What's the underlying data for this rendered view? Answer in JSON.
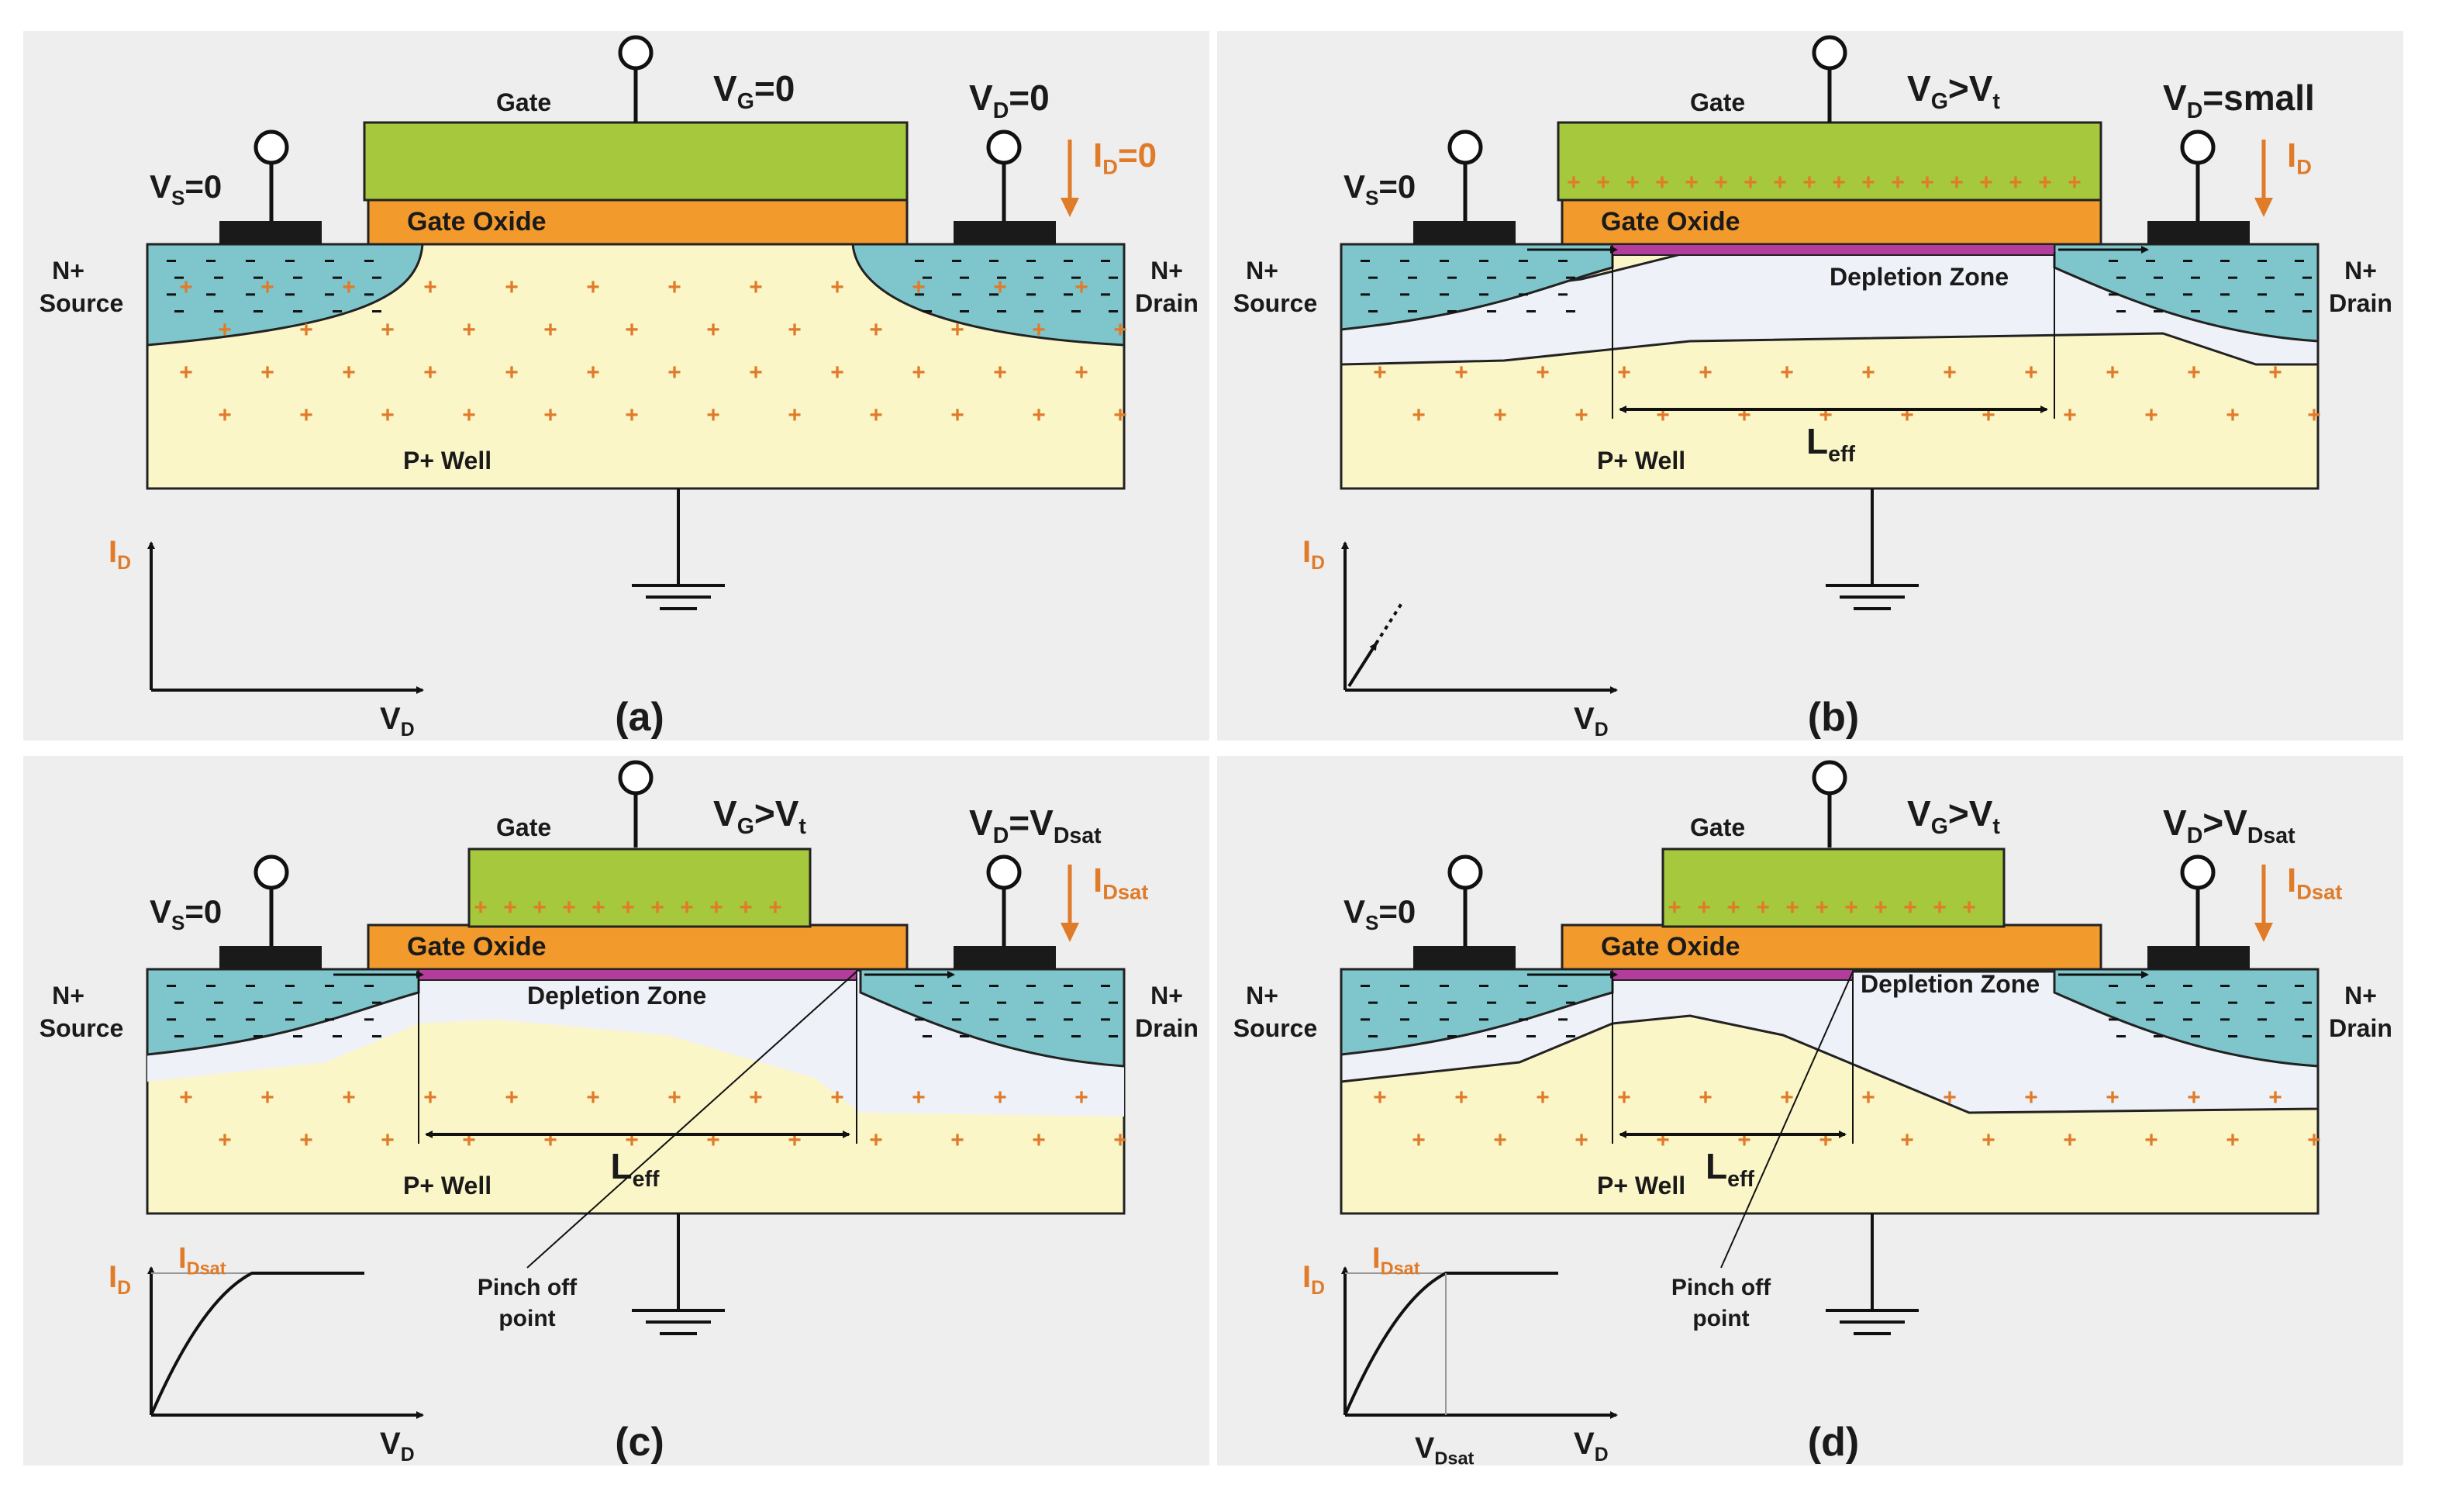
{
  "colors": {
    "panel_bg": "#eeeeee",
    "gate": "#a6c83c",
    "oxide": "#f39a2d",
    "nplus": "#7ec5cc",
    "pwell": "#fbf6c8",
    "depletion": "#eef1f7",
    "channel": "#b33c9c",
    "orange_text": "#e07b2a",
    "contact": "#1a1a1a"
  },
  "common": {
    "gate": "Gate",
    "gate_oxide": "Gate Oxide",
    "vs_main": "V",
    "vs_sub": "S",
    "vs_rest": "=0",
    "source_line1": "N+",
    "source_line2": "Source",
    "drain_line1": "N+",
    "drain_line2": "Drain",
    "pwell": "P+ Well",
    "depletion_zone": "Depletion Zone",
    "leff_main": "L",
    "leff_sub": "eff",
    "pinch_line1": "Pinch off",
    "pinch_line2": "point",
    "vd_axis_main": "V",
    "vd_axis_sub": "D",
    "id_axis_main": "I",
    "id_axis_sub": "D",
    "idsat_main": "I",
    "idsat_sub": "Dsat",
    "vdsat_main": "V",
    "vdsat_sub": "Dsat"
  },
  "panels": [
    {
      "id": {
        "main": "I",
        "sub": "D",
        "rest": "=0"
      },
      "caption": "(a)",
      "vg": {
        "main": "V",
        "sub": "G",
        "rest": "=0",
        "tsub": ""
      },
      "vd": {
        "main": "V",
        "sub": "D",
        "rest": "=0",
        "sub2": ""
      }
    },
    {
      "id": {
        "main": "I",
        "sub": "D",
        "rest": ""
      },
      "caption": "(b)",
      "vg": {
        "main": "V",
        "sub": "G",
        "rest": ">V",
        "tsub": "t"
      },
      "vd": {
        "main": "V",
        "sub": "D",
        "rest": "=small",
        "sub2": ""
      }
    },
    {
      "id": {
        "main": "I",
        "sub": "Dsat",
        "rest": ""
      },
      "caption": "(c)",
      "vg": {
        "main": "V",
        "sub": "G",
        "rest": ">V",
        "tsub": "t"
      },
      "vd": {
        "main": "V",
        "sub": "D",
        "rest": "=V",
        "sub2": "Dsat"
      }
    },
    {
      "id": {
        "main": "I",
        "sub": "Dsat",
        "rest": ""
      },
      "caption": "(d)",
      "vg": {
        "main": "V",
        "sub": "G",
        "rest": ">V",
        "tsub": "t"
      },
      "vd": {
        "main": "V",
        "sub": "D",
        "rest": ">V",
        "sub2": "Dsat"
      }
    }
  ]
}
